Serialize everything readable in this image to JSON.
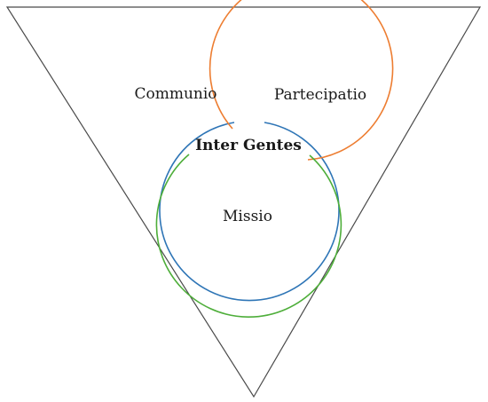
{
  "diagram": {
    "colors": {
      "triangle": "#4a4a4a",
      "communio": "#2E75B6",
      "partecipatio": "#ED7D31",
      "missio": "#4EAE3A"
    },
    "labels": {
      "communio": "Communio",
      "partecipatio": "Partecipatio",
      "missio": "Missio",
      "center": "Inter Gentes"
    }
  }
}
